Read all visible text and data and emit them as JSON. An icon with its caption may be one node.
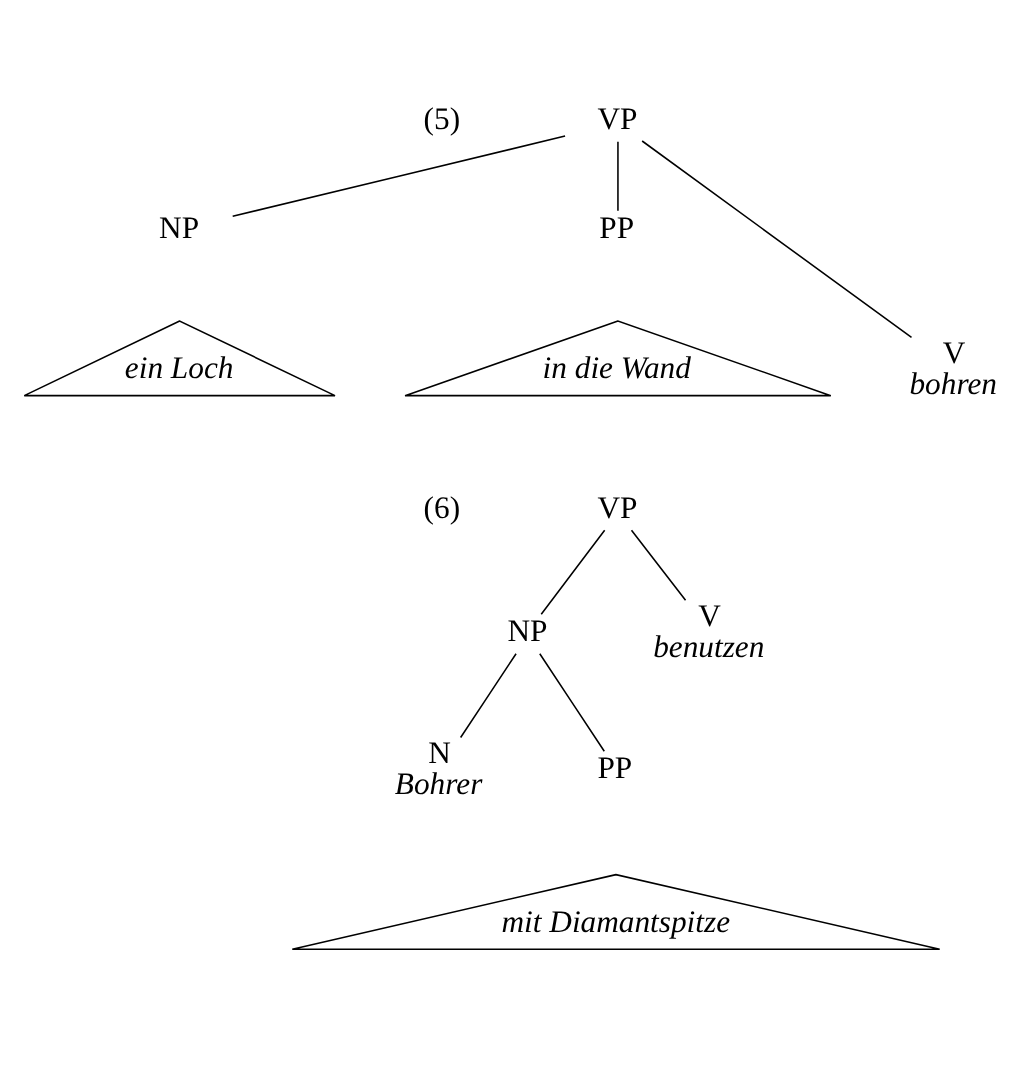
{
  "diagram": {
    "nodes": [
      {
        "text": [
          "VP"
        ]
      },
      {
        "text": [
          "NP"
        ]
      },
      {
        "text": [
          "ein Loch"
        ]
      },
      {
        "text": [
          "PP"
        ]
      },
      {
        "text": [
          "in die Wand"
        ]
      },
      {
        "text": [
          "V",
          "bohren"
        ]
      },
      {
        "text": [
          "VP"
        ]
      },
      {
        "text": [
          "NP"
        ]
      },
      {
        "text": [
          "V",
          "benutzen"
        ]
      },
      {
        "text": [
          "N",
          "Bohrer"
        ]
      },
      {
        "text": [
          "PP"
        ]
      },
      {
        "text": [
          "mit Diamantspitze"
        ]
      }
    ],
    "edges": [
      {
        "from": 0,
        "to": 1,
        "arrow": "none"
      },
      {
        "from": 0,
        "to": 3,
        "arrow": "none"
      },
      {
        "from": 0,
        "to": 5,
        "arrow": "none"
      },
      {
        "from": 6,
        "to": 7,
        "arrow": "none"
      },
      {
        "from": 6,
        "to": 8,
        "arrow": "none"
      },
      {
        "from": 7,
        "to": 9,
        "arrow": "none"
      },
      {
        "from": 7,
        "to": 10,
        "arrow": "none"
      }
    ],
    "labels": [
      "(5)",
      "(6)"
    ]
  }
}
